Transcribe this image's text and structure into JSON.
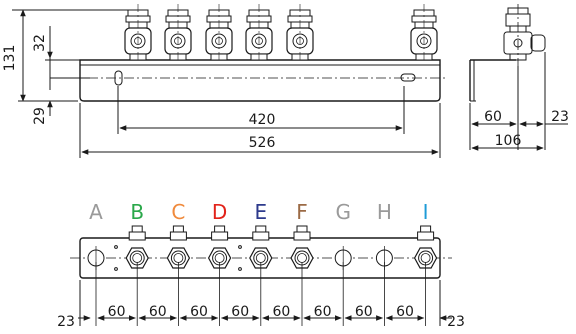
{
  "dimensions": {
    "height_total": "131",
    "height_upper": "32",
    "height_lower": "29",
    "hole_spacing": "420",
    "overall_length": "526",
    "side_offset": "60",
    "side_overhang": "23",
    "side_depth": "106",
    "bottom_edge_left": "23",
    "bottom_edge_right": "23",
    "bottom_pitch": "60"
  },
  "ports": [
    {
      "label": "A",
      "color": "#9a9a9a",
      "valve": false
    },
    {
      "label": "B",
      "color": "#2aa84a",
      "valve": true
    },
    {
      "label": "C",
      "color": "#f08a3c",
      "valve": true
    },
    {
      "label": "D",
      "color": "#e2231a",
      "valve": true
    },
    {
      "label": "E",
      "color": "#2d3a8c",
      "valve": true
    },
    {
      "label": "F",
      "color": "#9b6a45",
      "valve": true
    },
    {
      "label": "G",
      "color": "#9a9a9a",
      "valve": false
    },
    {
      "label": "H",
      "color": "#9a9a9a",
      "valve": false
    },
    {
      "label": "I",
      "color": "#1e9bd7",
      "valve": true
    }
  ]
}
